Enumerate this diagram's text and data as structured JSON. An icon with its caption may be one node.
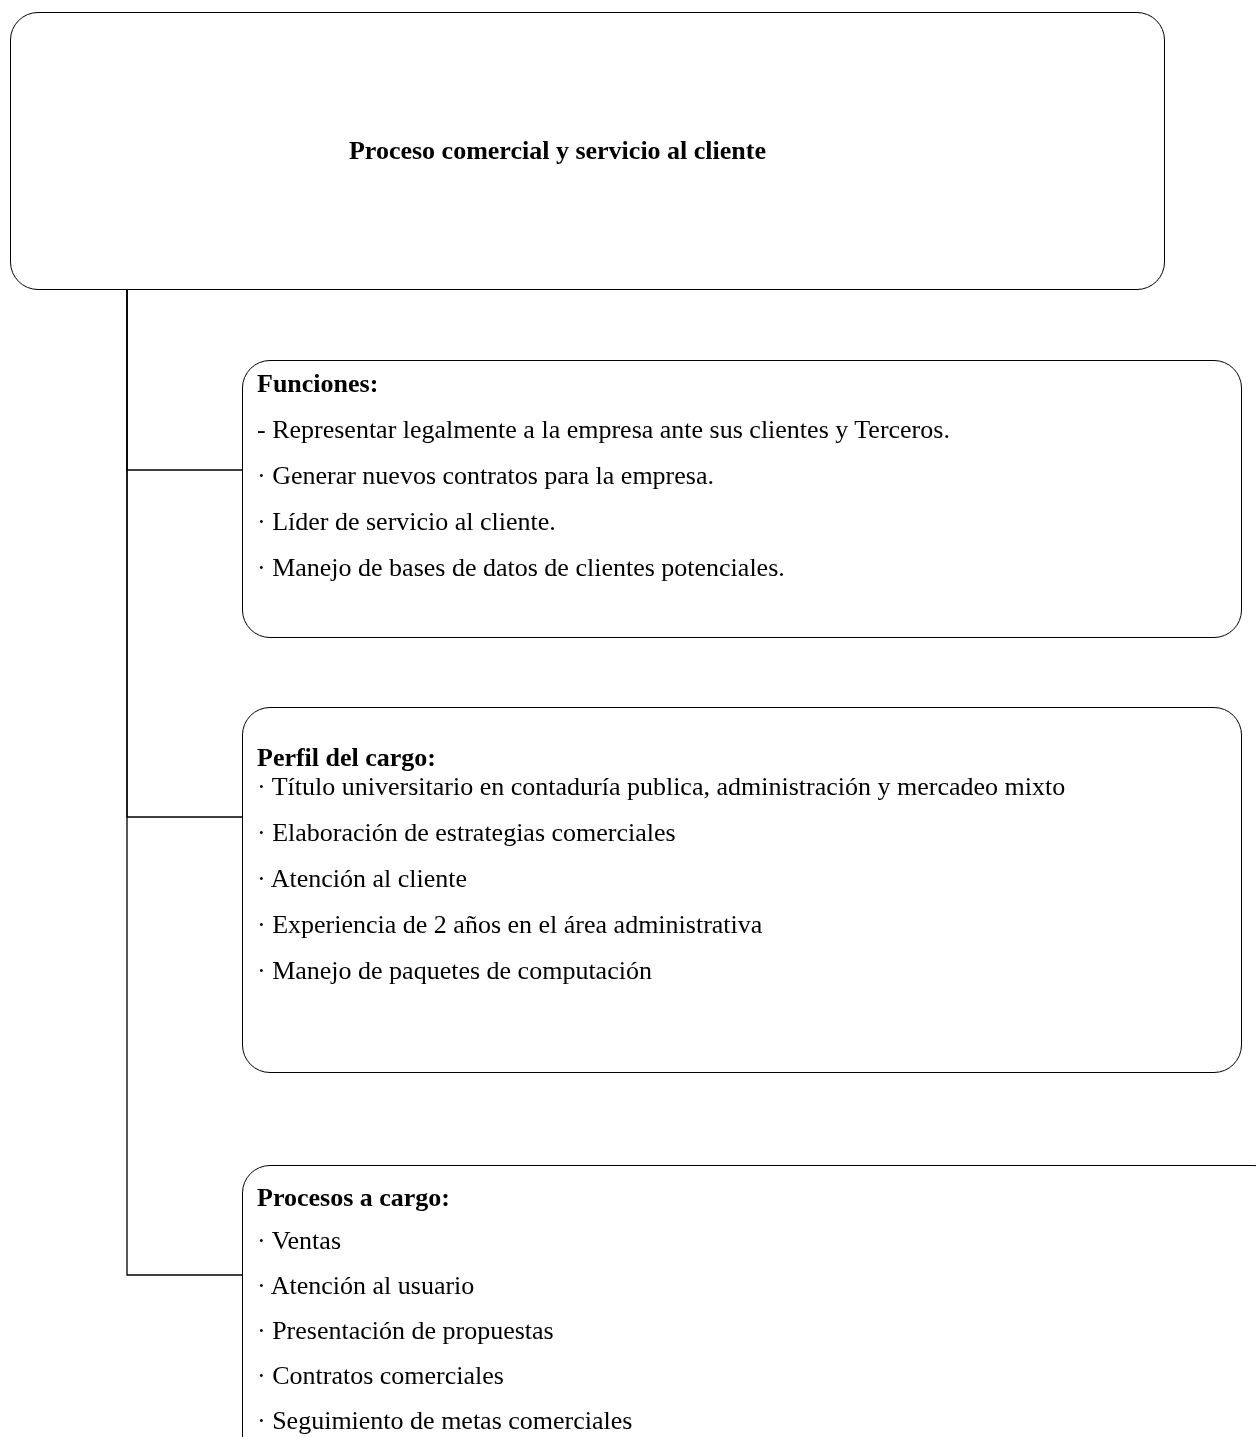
{
  "diagram": {
    "nodes": [
      {
        "text": [
          "Proceso comercial y servicio al cliente"
        ]
      },
      {
        "text": [
          "Funciones:",
          "- Representar legalmente a la empresa ante sus clientes y Terceros.",
          "· Generar nuevos contratos para la empresa.",
          "· Líder de servicio al cliente.",
          "· Manejo de bases de datos de clientes potenciales."
        ]
      },
      {
        "text": [
          "Perfil del cargo:",
          "· Título universitario en contaduría publica, administración y mercadeo mixto",
          "· Elaboración de estrategias comerciales",
          "· Atención al cliente",
          "· Experiencia de 2 años en el área administrativa",
          "· Manejo de paquetes de computación"
        ]
      },
      {
        "text": [
          "Procesos a cargo:",
          "· Ventas",
          "· Atención al usuario",
          "· Presentación de propuestas",
          "· Contratos comerciales",
          "· Seguimiento de metas comerciales"
        ]
      }
    ],
    "edges": [
      {
        "from": 0,
        "to": 1,
        "arrow": "none"
      },
      {
        "from": 0,
        "to": 2,
        "arrow": "none"
      },
      {
        "from": 0,
        "to": 3,
        "arrow": "none"
      }
    ]
  }
}
